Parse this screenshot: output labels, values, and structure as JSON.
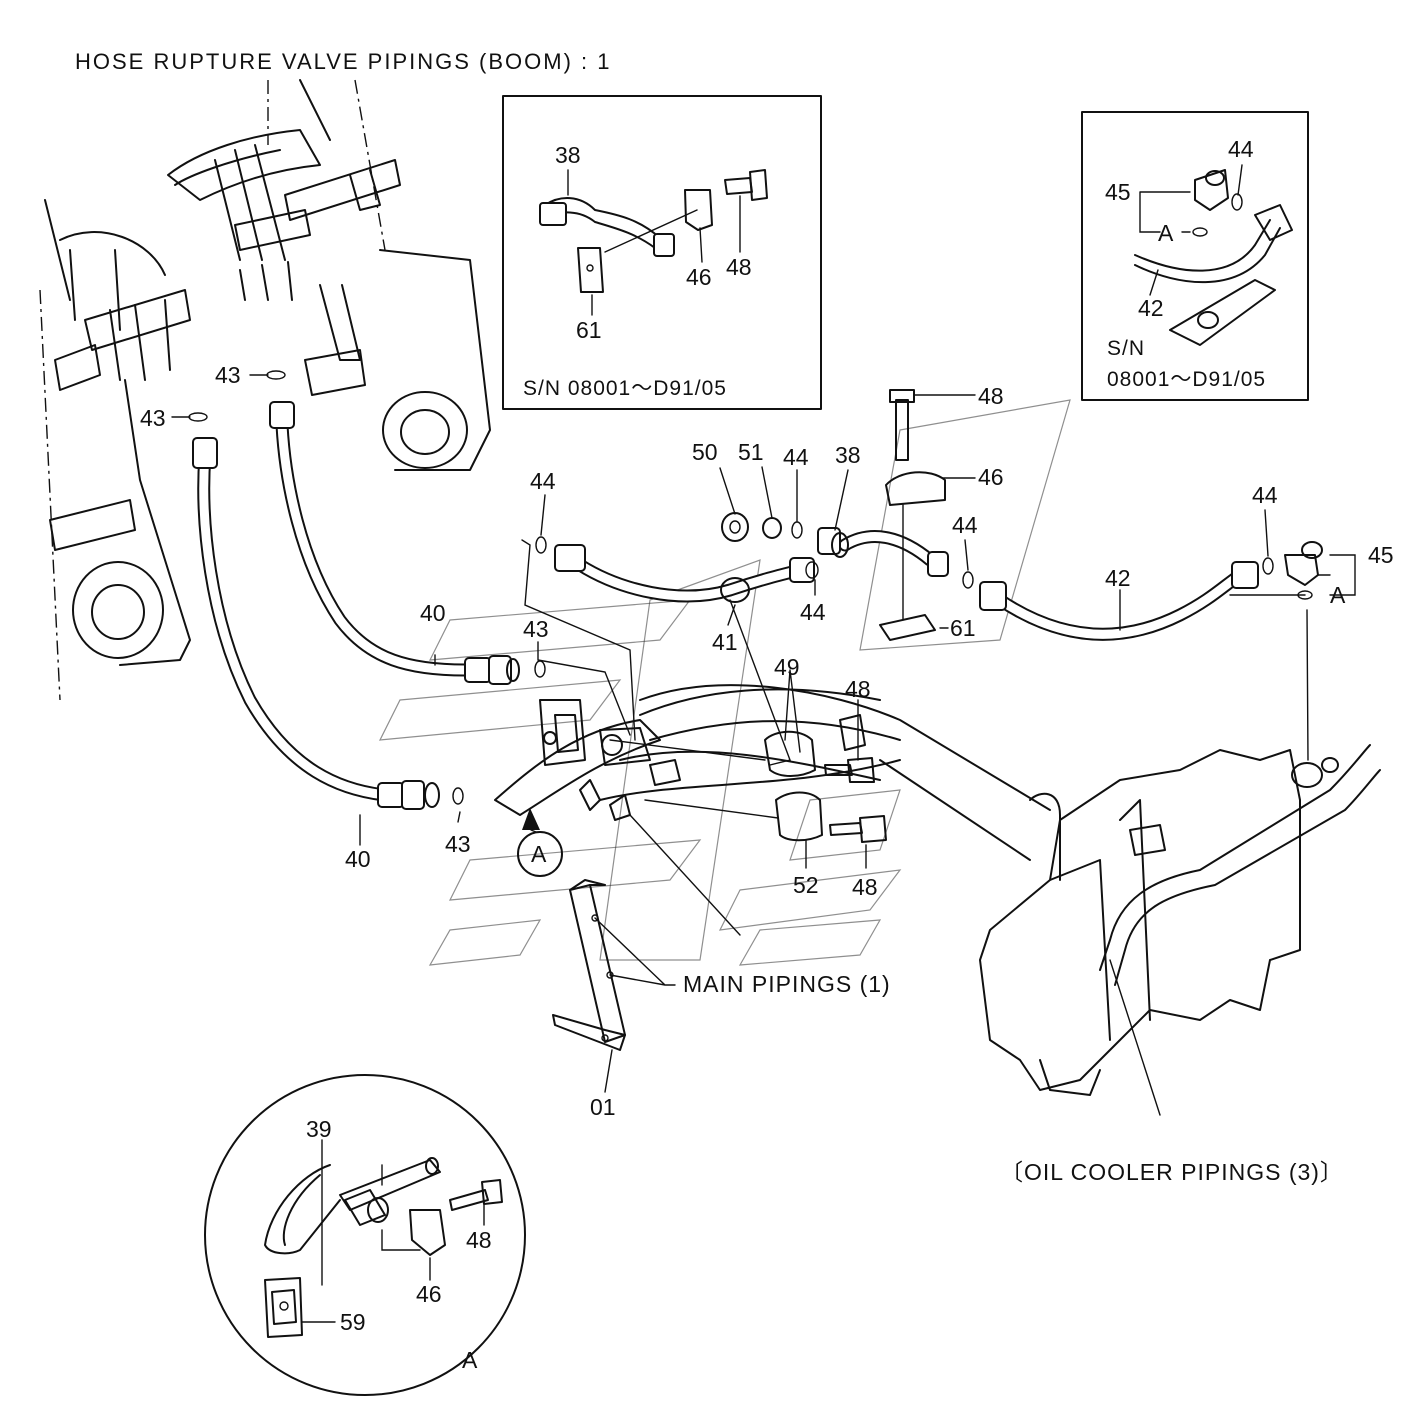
{
  "title": "HOSE RUPTURE VALVE PIPINGS (BOOM) : 1",
  "inset_left": {
    "serial": "S/N 08001～D91/05",
    "labels": [
      "38",
      "46",
      "48",
      "61"
    ]
  },
  "inset_right": {
    "serial_line1": "S/N",
    "serial_line2": "08001～D91/05",
    "labels": [
      "44",
      "45",
      "A",
      "42"
    ]
  },
  "labels": {
    "l38": "38",
    "l41": "41",
    "l42": "42",
    "l40a": "40",
    "l40b": "40",
    "l43a": "43",
    "l43b": "43",
    "l43c": "43",
    "l43d": "43",
    "l44a": "44",
    "l44b": "44",
    "l44c": "44",
    "l44d": "44",
    "l44e": "44",
    "l45": "45",
    "lA45": "A",
    "l46": "46",
    "l48a": "48",
    "l48b": "48",
    "l48c": "48",
    "l49": "49",
    "l50": "50",
    "l51": "51",
    "l52": "52",
    "l61": "61",
    "l01": "01",
    "circleA": "A"
  },
  "main_pipings": "MAIN PIPINGS (1)",
  "oil_cooler": "〔OIL COOLER PIPINGS (3)〕",
  "detail": {
    "caption": "A",
    "labels": [
      "39",
      "48",
      "46",
      "59"
    ]
  }
}
